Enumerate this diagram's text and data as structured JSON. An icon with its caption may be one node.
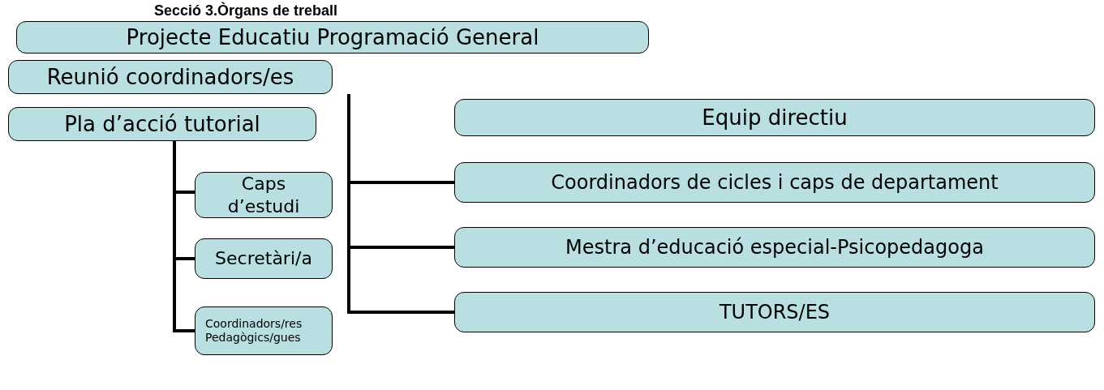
{
  "diagram": {
    "title": "Secció 3.Òrgans de treball",
    "nodes": [
      {
        "text": [
          "Projecte Educatiu Programació General"
        ]
      },
      {
        "text": [
          "Reunió coordinadors/es"
        ]
      },
      {
        "text": [
          "Equip directiu"
        ]
      },
      {
        "text": [
          "Pla d’acció tutorial"
        ]
      },
      {
        "text": [
          "Caps d’estudi"
        ]
      },
      {
        "text": [
          "Secretàri/a"
        ]
      },
      {
        "text": [
          "Coordinadors/res Pedagògics/gues"
        ]
      },
      {
        "text": [
          "Coordinadors de cicles i caps de departament"
        ]
      },
      {
        "text": [
          "Mestra d’educació especial-Psicopedagoga"
        ]
      },
      {
        "text": [
          "TUTORS/ES"
        ]
      }
    ],
    "edges": [
      {
        "from": 3,
        "to": 4,
        "arrow": "none"
      },
      {
        "from": 3,
        "to": 5,
        "arrow": "none"
      },
      {
        "from": 3,
        "to": 6,
        "arrow": "none"
      },
      {
        "from": 1,
        "to": 7,
        "arrow": "none"
      },
      {
        "from": 1,
        "to": 8,
        "arrow": "none"
      },
      {
        "from": 1,
        "to": 9,
        "arrow": "none"
      }
    ]
  }
}
